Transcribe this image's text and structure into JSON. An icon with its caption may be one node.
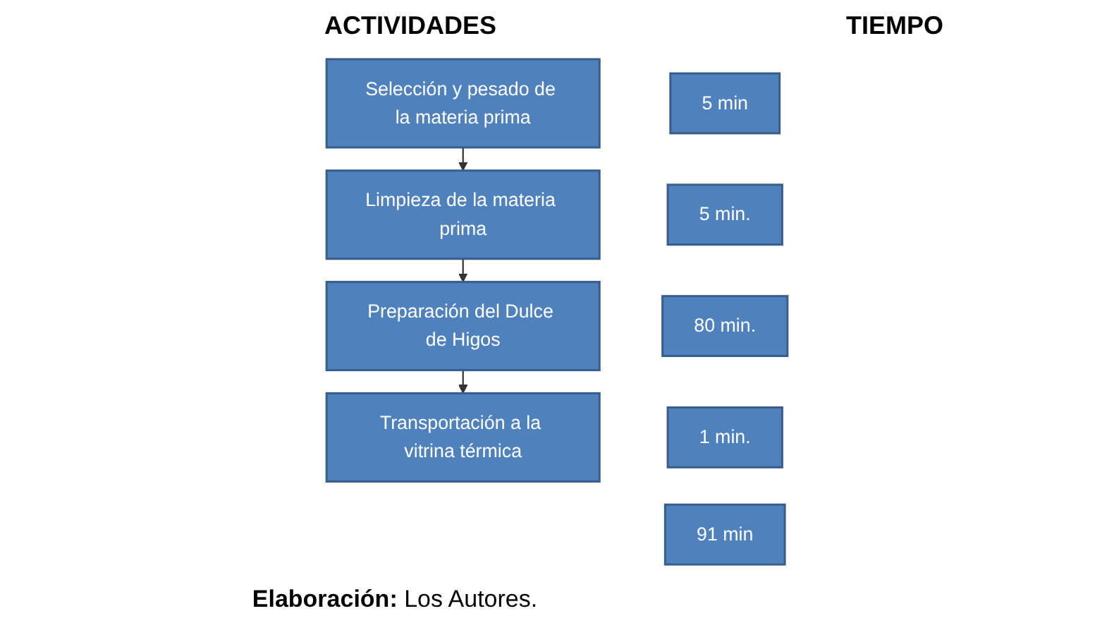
{
  "diagram": {
    "caption": "**Elaboración:** Los Autores.",
    "nodes": [
      {
        "text": [
          "Selección y pesado de la materia prima"
        ]
      },
      {
        "text": [
          "Limpieza de la materia prima"
        ]
      },
      {
        "text": [
          "Preparación del Dulce de Higos"
        ]
      },
      {
        "text": [
          "Transportación a la vitrina térmica"
        ]
      },
      {
        "text": [
          "5 min"
        ]
      },
      {
        "text": [
          "5 min."
        ]
      },
      {
        "text": [
          "80 min."
        ]
      },
      {
        "text": [
          "1 min."
        ]
      },
      {
        "text": [
          "91 min"
        ]
      }
    ],
    "edges": [
      {
        "from": 0,
        "to": 1,
        "arrow": "to"
      },
      {
        "from": 1,
        "to": 2,
        "arrow": "to"
      },
      {
        "from": 2,
        "to": 3,
        "arrow": "to"
      }
    ],
    "labels": [
      "ACTIVIDADES",
      "TIEMPO"
    ]
  }
}
